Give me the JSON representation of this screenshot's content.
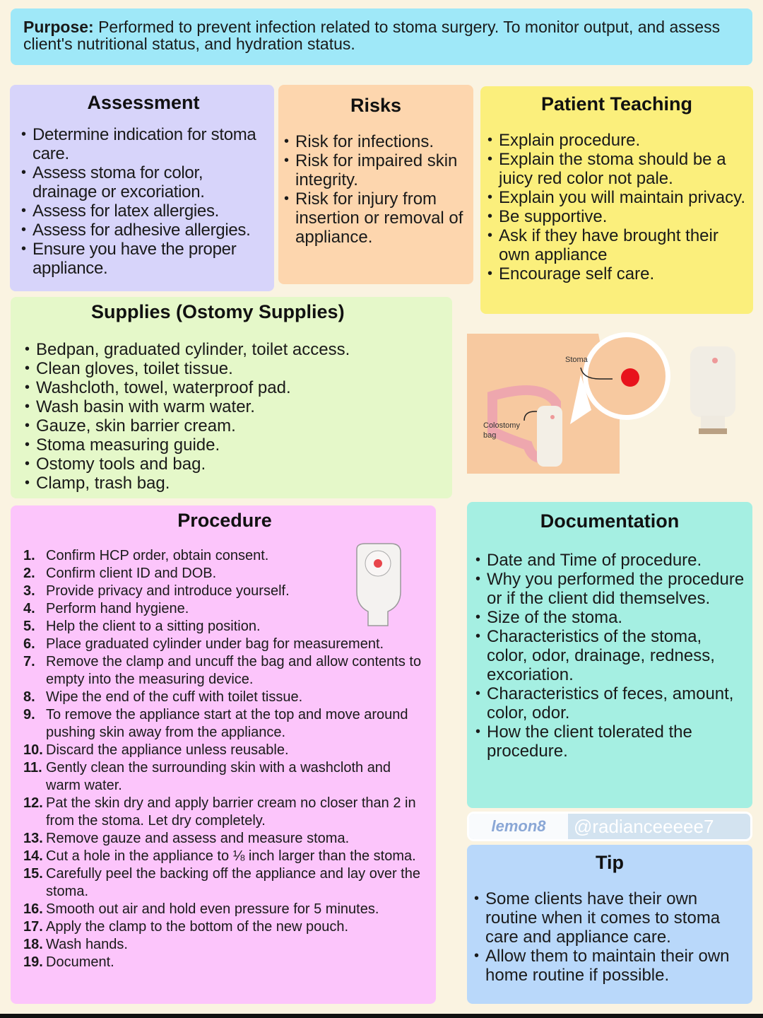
{
  "purpose": {
    "label": "Purpose:",
    "text": " Performed to prevent infection related to stoma surgery. To monitor output, and assess client's nutritional status, and hydration status."
  },
  "assessment": {
    "title": "Assessment",
    "items": [
      "Determine indication for stoma care.",
      "Assess stoma for color, drainage   or excoriation.",
      "Assess for latex allergies.",
      "Assess for adhesive allergies.",
      "Ensure you have the proper appliance."
    ]
  },
  "risks": {
    "title": "Risks",
    "items": [
      "Risk for infections.",
      "Risk for impaired skin integrity.",
      "Risk for injury from insertion or removal of appliance."
    ]
  },
  "teaching": {
    "title": "Patient Teaching",
    "items": [
      "Explain procedure.",
      "Explain the stoma should be a juicy red color not pale.",
      "Explain you will maintain privacy.",
      "Be supportive.",
      "Ask if they have brought their own appliance",
      "Encourage self care."
    ]
  },
  "supplies": {
    "title": "Supplies (Ostomy Supplies)",
    "items": [
      "Bedpan, graduated cylinder, toilet access.",
      "Clean gloves, toilet tissue.",
      "Washcloth, towel, waterproof pad.",
      "Wash basin with warm water.",
      "Gauze, skin barrier cream.",
      "Stoma measuring guide.",
      "Ostomy tools and bag.",
      "Clamp, trash bag."
    ]
  },
  "illustration": {
    "stoma_label": "Stoma",
    "bag_label_1": "Colostomy",
    "bag_label_2": "bag"
  },
  "procedure": {
    "title": "Procedure",
    "steps": [
      {
        "n": "1.",
        "t": "Confirm HCP order, obtain consent."
      },
      {
        "n": "2.",
        "t": "Confirm client ID and DOB."
      },
      {
        "n": "3.",
        "t": "Provide privacy and introduce yourself."
      },
      {
        "n": "4.",
        "t": "Perform hand hygiene."
      },
      {
        "n": "5.",
        "t": "Help the client to a sitting position."
      },
      {
        "n": "6.",
        "t": "Place graduated cylinder under bag for measurement."
      },
      {
        "n": "7.",
        "t": "Remove the clamp and uncuff the bag and allow contents to empty into the measuring device."
      },
      {
        "n": "8.",
        "t": "Wipe the end of the cuff with toilet tissue."
      },
      {
        "n": "9.",
        "t": "To remove the appliance start at the top and move around pushing skin away from the appliance."
      },
      {
        "n": "10.",
        "t": "Discard the appliance unless reusable."
      },
      {
        "n": "11.",
        "t": "Gently clean the surrounding skin with a washcloth and warm water."
      },
      {
        "n": "12.",
        "t": "Pat the skin dry and apply barrier cream no closer than 2 in from the stoma. Let dry completely."
      },
      {
        "n": "13.",
        "t": "Remove gauze and assess and measure stoma."
      },
      {
        "n": "14.",
        "t": "Cut a hole in the appliance to ⅛ inch larger than the stoma."
      },
      {
        "n": "15.",
        "t": "Carefully peel the backing off the appliance and lay over the stoma."
      },
      {
        "n": "16.",
        "t": "Smooth out air and hold even pressure for 5 minutes."
      },
      {
        "n": "17.",
        "t": "Apply the clamp to the bottom of the new pouch."
      },
      {
        "n": "18.",
        "t": "Wash hands."
      },
      {
        "n": "19.",
        "t": "Document."
      }
    ]
  },
  "documentation": {
    "title": "Documentation",
    "items": [
      "Date and Time of procedure.",
      "Why you performed the procedure or if the client did themselves.",
      "Size of the stoma.",
      "Characteristics of the stoma, color, odor, drainage, redness, excoriation.",
      "Characteristics of feces, amount, color, odor.",
      "How the client tolerated the procedure."
    ]
  },
  "tip": {
    "title": "Tip",
    "items": [
      "Some clients have their own routine when it comes to stoma care and appliance care.",
      "Allow them to maintain their own home routine if possible."
    ]
  },
  "watermark": {
    "logo": "lemon8",
    "handle": "@radianceeeee7"
  }
}
